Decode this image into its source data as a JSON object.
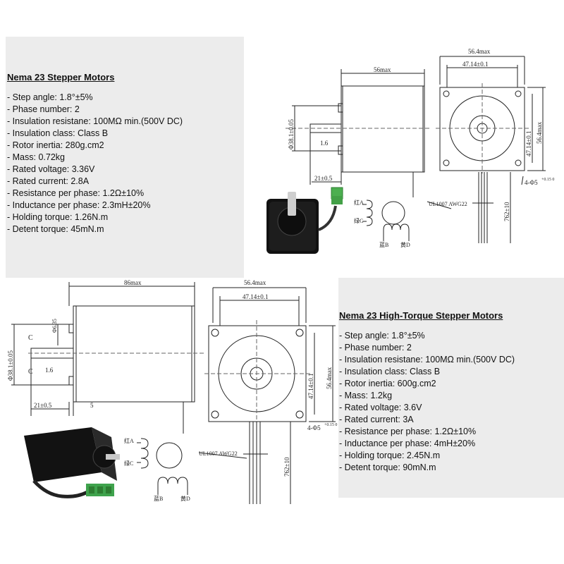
{
  "motor_small": {
    "title": "Nema 23 Stepper Motors",
    "specs": [
      "- Step angle: 1.8°±5%",
      "- Phase number: 2",
      "- Insulation resistane: 100MΩ min.(500V DC)",
      "- Insulation class: Class B",
      "- Rotor inertia: 280g.cm2",
      "- Mass: 0.72kg",
      "- Rated voltage: 3.36V",
      "- Rated current: 2.8A",
      "- Resistance per phase: 1.2Ω±10%",
      "- Inductance per phase: 2.3mH±20%",
      "- Holding torque: 1.26N.m",
      "- Detent torque: 45mN.m"
    ],
    "drawing": {
      "body_length": "56max",
      "side_width": "56.4max",
      "hole_spacing": "47.14±0.1",
      "pilot_diameter": "Φ38.1±0.05",
      "flat": "1.6",
      "shaft_length": "21±0.5",
      "vertical_spacing": "47.14±0.1",
      "vertical_width": "56.4max",
      "holes": "4-Φ5",
      "holes_tol": "+0.15 0",
      "cable": "UL1007 AWG22",
      "lead_length": "762±10",
      "coil_a": "红A",
      "coil_c": "绿C",
      "coil_b": "蓝B",
      "coil_d": "黄D"
    }
  },
  "motor_large": {
    "title": "Nema 23 High-Torque Stepper Motors",
    "specs": [
      "- Step angle: 1.8°±5%",
      "- Phase number: 2",
      "- Insulation resistane: 100MΩ min.(500V DC)",
      "- Insulation class: Class B",
      "- Rotor inertia: 600g.cm2",
      "- Mass: 1.2kg",
      "- Rated voltage: 3.6V",
      "- Rated current: 3A",
      "- Resistance per phase: 1.2Ω±10%",
      "- Inductance per phase: 4mH±20%",
      "- Holding torque: 2.45N.m",
      "- Detent torque: 90mN.m"
    ],
    "drawing": {
      "body_length": "86max",
      "side_width": "56.4max",
      "hole_spacing": "47.14±0.1",
      "pilot_diameter": "Φ38.1±0.05",
      "shaft_diameter": "Φ6.35",
      "section_c": "C",
      "flat": "1.6",
      "shaft_length": "21±0.5",
      "flange": "5",
      "vertical_spacing": "47.14±0.1",
      "vertical_width": "56.4max",
      "holes": "4-Φ5",
      "holes_tol": "+0.15 0",
      "cable": "UL1007 AWG22",
      "lead_length": "762±10",
      "coil_a": "红A",
      "coil_c": "绿C",
      "coil_b": "蓝B",
      "coil_d": "黄D"
    }
  }
}
